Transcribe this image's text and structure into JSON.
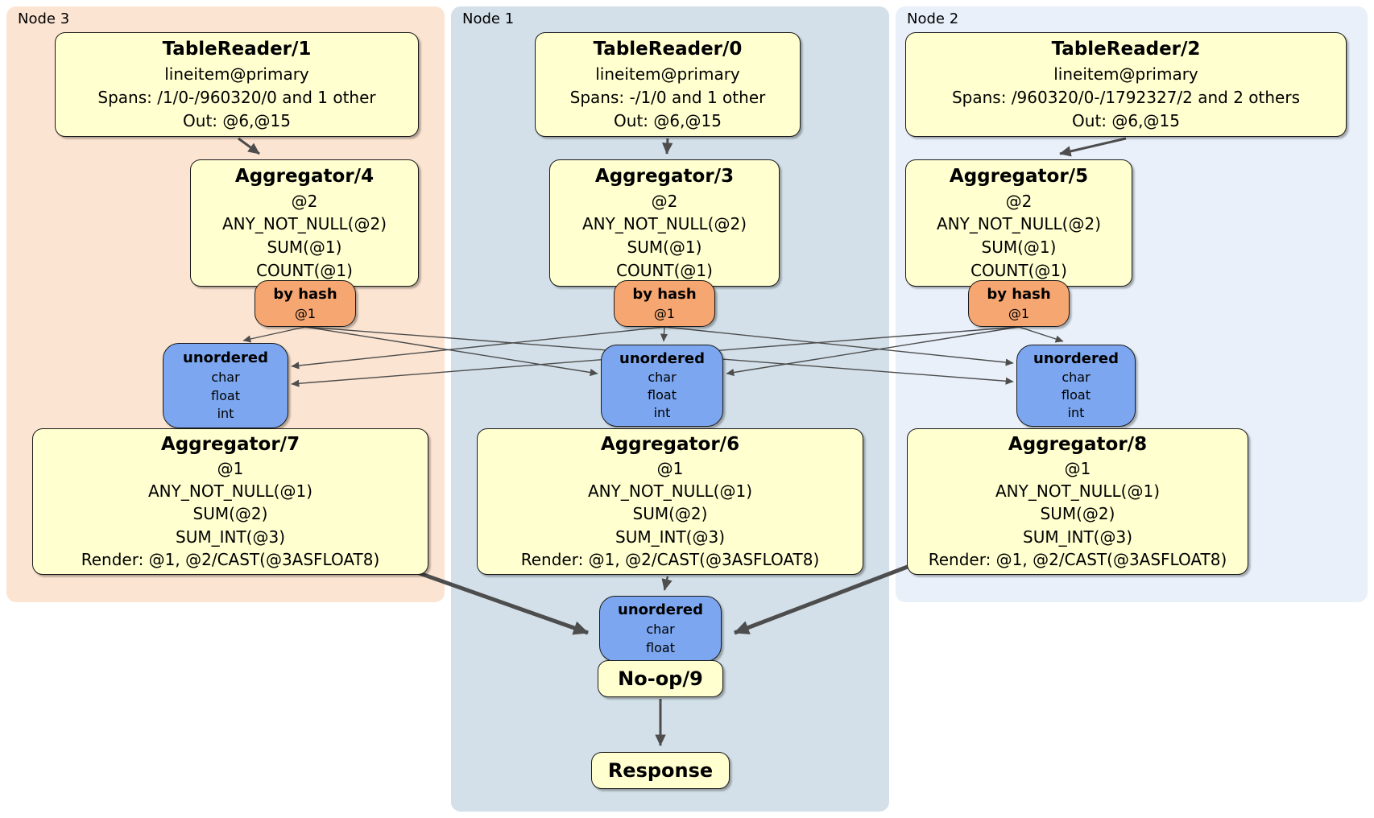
{
  "regions": [
    {
      "id": "node3",
      "label": "Node 3"
    },
    {
      "id": "node1",
      "label": "Node 1"
    },
    {
      "id": "node2",
      "label": "Node 2"
    }
  ],
  "colors": {
    "node3_bg": "#fce4d2",
    "node1_bg": "#d3e0e9",
    "node2_bg": "#e9f0fa",
    "processor_fill": "#ffffd0",
    "router_fill": "#f6a671",
    "sync_fill": "#7ca6ef",
    "edge_color": "#4d4d4d"
  },
  "boxes": {
    "tr1": {
      "title": "TableReader/1",
      "lines": [
        "lineitem@primary",
        "Spans: /1/0-/960320/0 and 1 other",
        "Out: @6,@15"
      ]
    },
    "tr0": {
      "title": "TableReader/0",
      "lines": [
        "lineitem@primary",
        "Spans: -/1/0 and 1 other",
        "Out: @6,@15"
      ]
    },
    "tr2": {
      "title": "TableReader/2",
      "lines": [
        "lineitem@primary",
        "Spans: /960320/0-/1792327/2 and 2 others",
        "Out: @6,@15"
      ]
    },
    "agg4": {
      "title": "Aggregator/4",
      "lines": [
        "@2",
        "ANY_NOT_NULL(@2)",
        "SUM(@1)",
        "COUNT(@1)"
      ]
    },
    "agg3": {
      "title": "Aggregator/3",
      "lines": [
        "@2",
        "ANY_NOT_NULL(@2)",
        "SUM(@1)",
        "COUNT(@1)"
      ]
    },
    "agg5": {
      "title": "Aggregator/5",
      "lines": [
        "@2",
        "ANY_NOT_NULL(@2)",
        "SUM(@1)",
        "COUNT(@1)"
      ]
    },
    "router4": {
      "title": "by hash",
      "lines": [
        "@1"
      ]
    },
    "router3": {
      "title": "by hash",
      "lines": [
        "@1"
      ]
    },
    "router5": {
      "title": "by hash",
      "lines": [
        "@1"
      ]
    },
    "sync7": {
      "title": "unordered",
      "lines": [
        "char",
        "float",
        "int"
      ]
    },
    "sync6": {
      "title": "unordered",
      "lines": [
        "char",
        "float",
        "int"
      ]
    },
    "sync8": {
      "title": "unordered",
      "lines": [
        "char",
        "float",
        "int"
      ]
    },
    "agg7": {
      "title": "Aggregator/7",
      "lines": [
        "@1",
        "ANY_NOT_NULL(@1)",
        "SUM(@2)",
        "SUM_INT(@3)",
        "Render: @1, @2/CAST(@3ASFLOAT8)"
      ]
    },
    "agg6": {
      "title": "Aggregator/6",
      "lines": [
        "@1",
        "ANY_NOT_NULL(@1)",
        "SUM(@2)",
        "SUM_INT(@3)",
        "Render: @1, @2/CAST(@3ASFLOAT8)"
      ]
    },
    "agg8": {
      "title": "Aggregator/8",
      "lines": [
        "@1",
        "ANY_NOT_NULL(@1)",
        "SUM(@2)",
        "SUM_INT(@3)",
        "Render: @1, @2/CAST(@3ASFLOAT8)"
      ]
    },
    "syncFinal": {
      "title": "unordered",
      "lines": [
        "char",
        "float"
      ]
    },
    "noop": {
      "title": "No-op/9"
    },
    "response": {
      "title": "Response"
    }
  },
  "edges": [
    {
      "from": "TableReader/1",
      "to": "Aggregator/4"
    },
    {
      "from": "TableReader/0",
      "to": "Aggregator/3"
    },
    {
      "from": "TableReader/2",
      "to": "Aggregator/5"
    },
    {
      "from": "by hash (Aggregator/4)",
      "to": "unordered (Node 3)"
    },
    {
      "from": "by hash (Aggregator/4)",
      "to": "unordered (Node 1)"
    },
    {
      "from": "by hash (Aggregator/4)",
      "to": "unordered (Node 2)"
    },
    {
      "from": "by hash (Aggregator/3)",
      "to": "unordered (Node 3)"
    },
    {
      "from": "by hash (Aggregator/3)",
      "to": "unordered (Node 1)"
    },
    {
      "from": "by hash (Aggregator/3)",
      "to": "unordered (Node 2)"
    },
    {
      "from": "by hash (Aggregator/5)",
      "to": "unordered (Node 3)"
    },
    {
      "from": "by hash (Aggregator/5)",
      "to": "unordered (Node 1)"
    },
    {
      "from": "by hash (Aggregator/5)",
      "to": "unordered (Node 2)"
    },
    {
      "from": "Aggregator/7",
      "to": "unordered (final)"
    },
    {
      "from": "Aggregator/6",
      "to": "unordered (final)"
    },
    {
      "from": "Aggregator/8",
      "to": "unordered (final)"
    },
    {
      "from": "No-op/9",
      "to": "Response"
    }
  ]
}
